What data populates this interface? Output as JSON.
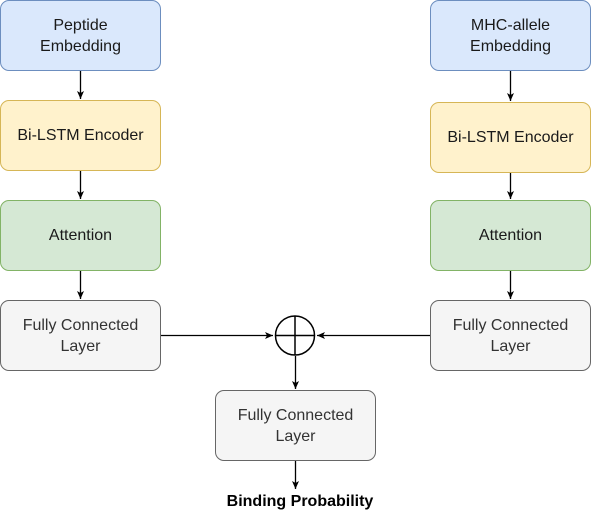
{
  "left_branch": {
    "embedding": "Peptide\nEmbedding",
    "encoder": "Bi-LSTM Encoder",
    "attention": "Attention",
    "fc": "Fully Connected\nLayer"
  },
  "right_branch": {
    "embedding": "MHC-allele\nEmbedding",
    "encoder": "Bi-LSTM Encoder",
    "attention": "Attention",
    "fc": "Fully Connected\nLayer"
  },
  "merge": {
    "operator": "+"
  },
  "output": {
    "fc": "Fully Connected\nLayer",
    "label": "Binding Probability"
  },
  "colors": {
    "embedding_fill": "#dae8fc",
    "embedding_stroke": "#6c8ebf",
    "encoder_fill": "#fff2cc",
    "encoder_stroke": "#d6b656",
    "attention_fill": "#d5e8d4",
    "attention_stroke": "#82b366",
    "fc_fill": "#f5f5f5",
    "fc_stroke": "#666666",
    "edge": "#000000"
  }
}
